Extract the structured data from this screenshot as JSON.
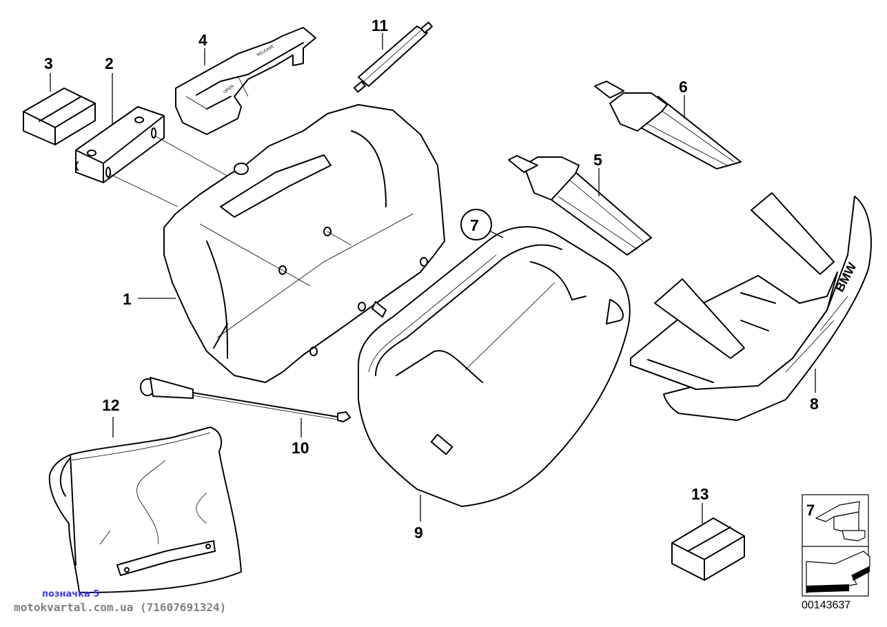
{
  "diagram": {
    "title": "Motorcycle case / luggage parts",
    "brand_mark": "BMW",
    "diagram_number": "00143637",
    "parts": [
      {
        "id": "1",
        "label": "1"
      },
      {
        "id": "2",
        "label": "2"
      },
      {
        "id": "3",
        "label": "3"
      },
      {
        "id": "4",
        "label": "4"
      },
      {
        "id": "5",
        "label": "5"
      },
      {
        "id": "6",
        "label": "6"
      },
      {
        "id": "7",
        "label": "7"
      },
      {
        "id": "8",
        "label": "8"
      },
      {
        "id": "9",
        "label": "9"
      },
      {
        "id": "10",
        "label": "10"
      },
      {
        "id": "11",
        "label": "11"
      },
      {
        "id": "12",
        "label": "12"
      },
      {
        "id": "13",
        "label": "13"
      }
    ],
    "legend_box": {
      "ref_label": "7"
    },
    "part4_markings": [
      "OPEN",
      "RELEASE"
    ]
  },
  "watermark": {
    "label": "позначка 5",
    "site": "motokvartal.com.ua (71607691324)"
  }
}
